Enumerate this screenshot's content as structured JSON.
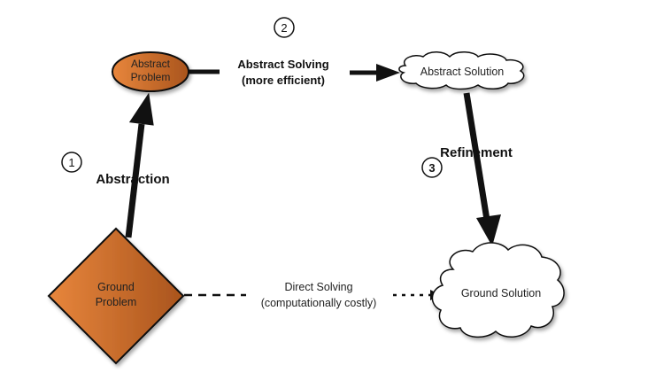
{
  "nodes": {
    "abstract_problem": {
      "line1": "Abstract",
      "line2": "Problem"
    },
    "abstract_solution": {
      "label": "Abstract Solution"
    },
    "ground_problem": {
      "line1": "Ground",
      "line2": "Problem"
    },
    "ground_solution": {
      "label": "Ground Solution"
    }
  },
  "edges": {
    "abstraction": {
      "label": "Abstraction",
      "step": "1"
    },
    "abstract_solving": {
      "line1": "Abstract Solving",
      "line2": "(more efficient)",
      "step": "2"
    },
    "refinement": {
      "label": "Refinement",
      "step": "3"
    },
    "direct_solving": {
      "line1": "Direct Solving",
      "line2": "(computationally costly)"
    }
  },
  "colors": {
    "node_fill_light": "#e8863c",
    "node_fill_dark": "#a9541d",
    "stroke": "#111111",
    "cloud_fill": "#ffffff"
  }
}
